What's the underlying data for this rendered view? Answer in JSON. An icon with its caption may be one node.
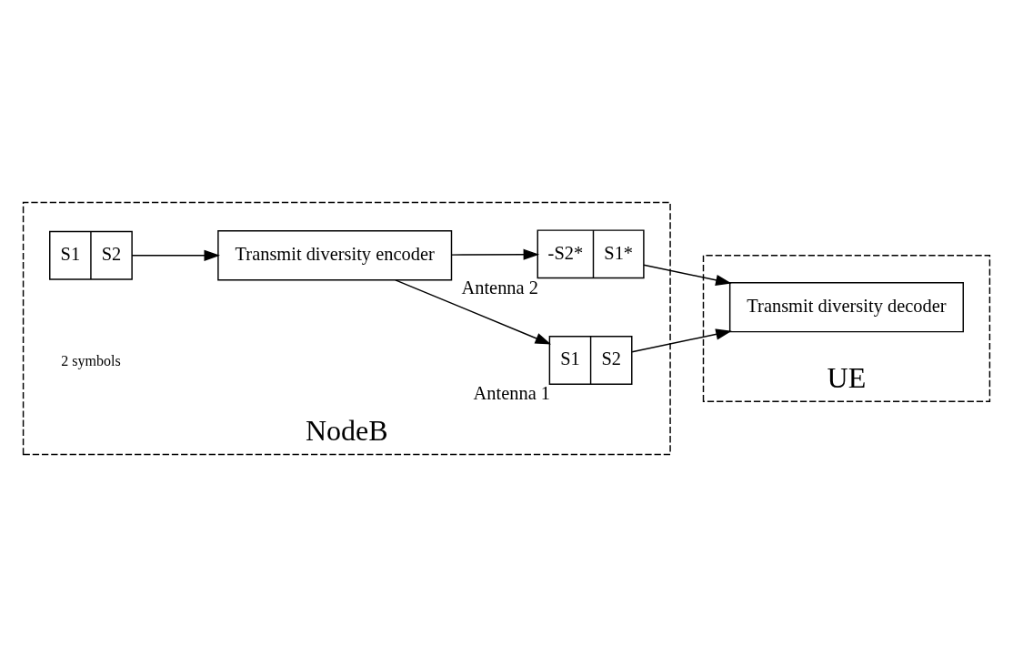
{
  "diagram": {
    "nodes": [
      {
        "text": [
          "NodeB"
        ]
      },
      {
        "text": [
          "S1",
          "S2"
        ],
        "in": 0
      },
      {
        "text": [
          "Transmit diversity encoder"
        ],
        "in": 0
      },
      {
        "text": [
          "S1",
          "S2"
        ],
        "in": 0,
        "beside": [
          "Antenna 1"
        ]
      },
      {
        "text": [
          "-S2*",
          "S1*"
        ],
        "in": 0,
        "beside": [
          "Antenna 2"
        ]
      },
      {
        "text": [
          "UE"
        ]
      },
      {
        "text": [
          "Transmit diversity decoder"
        ],
        "in": 5
      }
    ],
    "edges": [
      {
        "from": 1,
        "to": 2,
        "arrow": "to"
      },
      {
        "from": 2,
        "to": 3,
        "arrow": "to"
      },
      {
        "from": 2,
        "to": 4,
        "arrow": "to"
      },
      {
        "from": 3,
        "to": 6,
        "arrow": "to"
      },
      {
        "from": 4,
        "to": 6,
        "arrow": "to"
      }
    ],
    "labels": [
      "2 symbols"
    ]
  }
}
